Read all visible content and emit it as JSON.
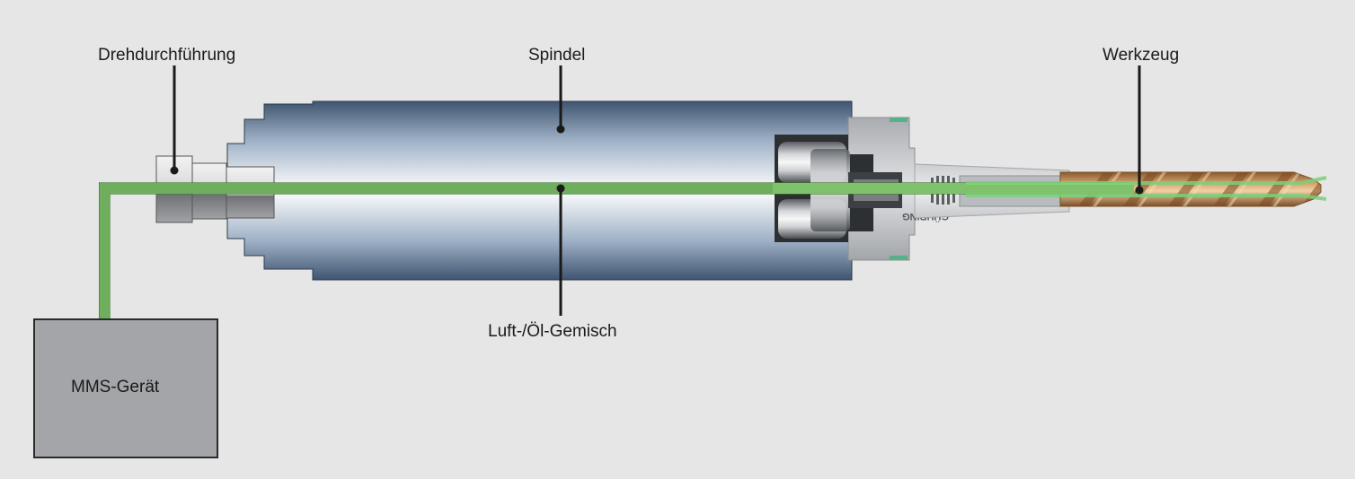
{
  "labels": {
    "rotary_union": "Drehdurchführung",
    "spindle": "Spindel",
    "tool": "Werkzeug",
    "mixture": "Luft-/Öl-Gemisch",
    "mql_unit": "MMS-Gerät"
  },
  "holder_marking": "GÜHRING",
  "colors": {
    "background": "#e6e6e6",
    "mixture_line": "#6fae5c",
    "spindle_dark": "#3f5570",
    "spindle_light": "#f4f6f9",
    "unit_box": "#a4a5a8",
    "drill": "#c8925a",
    "leader_line": "#1a1a1a"
  }
}
